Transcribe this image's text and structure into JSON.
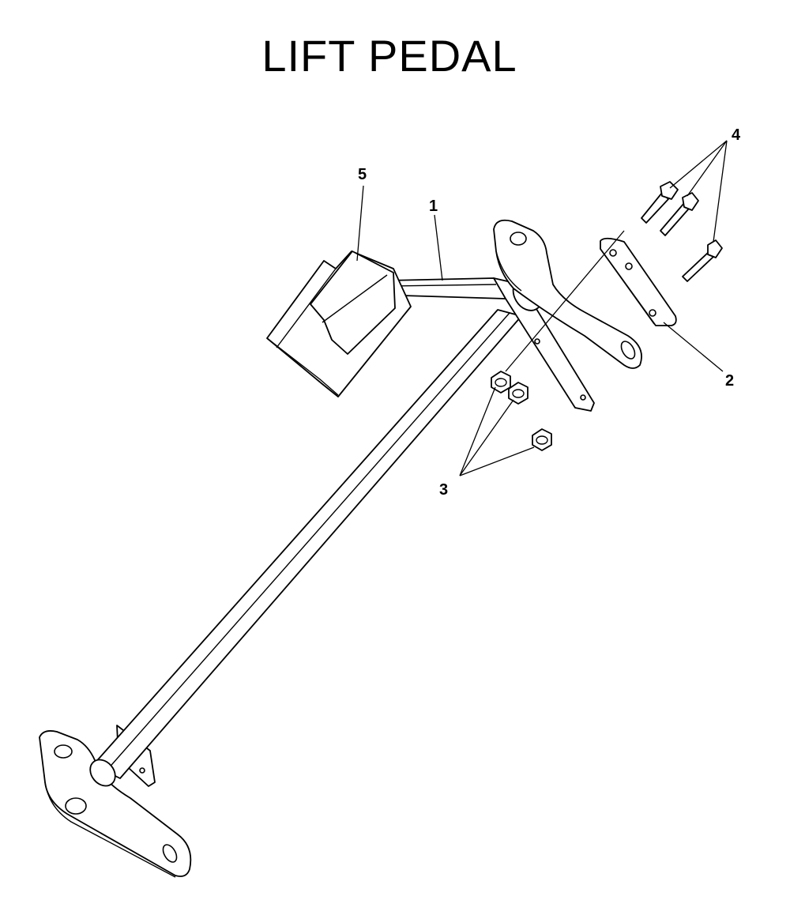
{
  "title": "LIFT PEDAL",
  "callouts": {
    "1": "1",
    "2": "2",
    "3": "3",
    "4": "4",
    "5": "5"
  }
}
